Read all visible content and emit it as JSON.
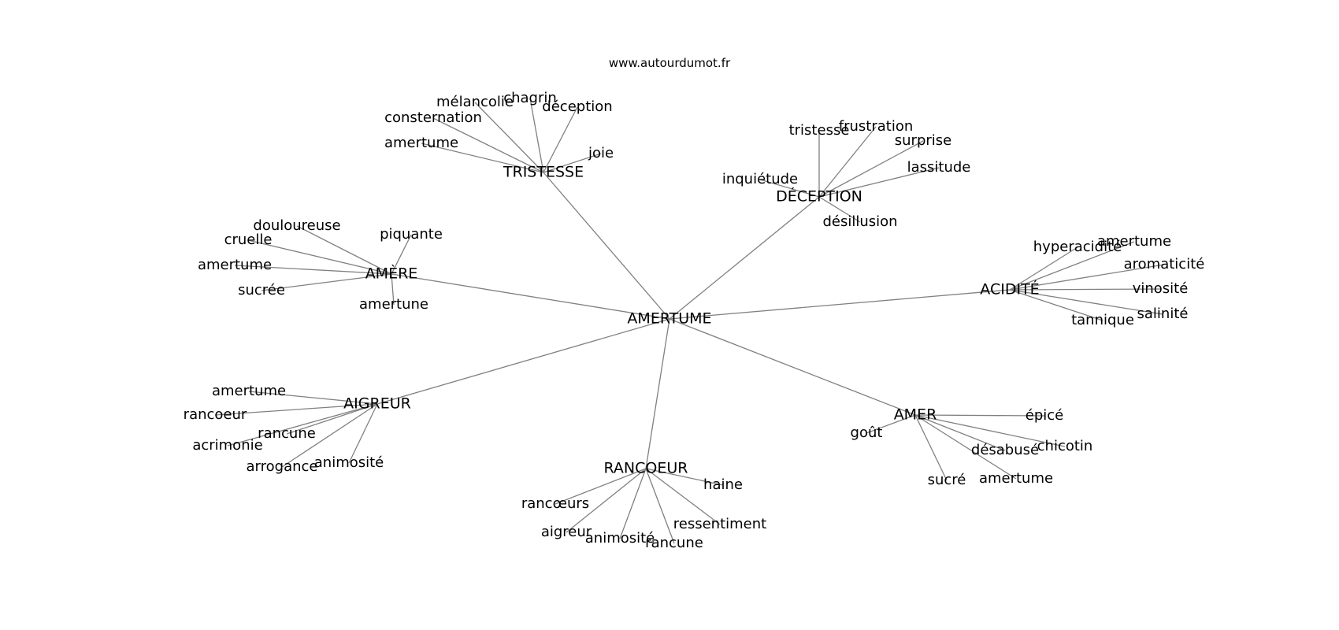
{
  "source": "www.autourdumot.fr",
  "colors": {
    "edge": "#808080",
    "text": "#000000",
    "background": "#ffffff"
  },
  "graph": {
    "center": {
      "id": "amertume",
      "label": "AMERTUME"
    },
    "hubs": [
      {
        "id": "tristesse",
        "label": "TRISTESSE",
        "children": [
          "mélancolie",
          "chagrin",
          "déception",
          "consternation",
          "amertume",
          "joie"
        ]
      },
      {
        "id": "deception",
        "label": "DÉCEPTION",
        "children": [
          "tristesse",
          "frustration",
          "surprise",
          "lassitude",
          "inquiétude",
          "désillusion"
        ]
      },
      {
        "id": "amere",
        "label": "AMÈRE",
        "children": [
          "douloureuse",
          "cruelle",
          "piquante",
          "amertume",
          "sucrée",
          "amertune"
        ]
      },
      {
        "id": "acidite",
        "label": "ACIDITÉ",
        "children": [
          "hyperacidité",
          "amertume",
          "aromaticité",
          "vinosité",
          "salinité",
          "tannique"
        ]
      },
      {
        "id": "aigreur",
        "label": "AIGREUR",
        "children": [
          "amertume",
          "rancoeur",
          "rancune",
          "acrimonie",
          "arrogance",
          "animosité"
        ]
      },
      {
        "id": "rancoeur",
        "label": "RANCOEUR",
        "children": [
          "haine",
          "rancœurs",
          "ressentiment",
          "aigreur",
          "animosité",
          "rancune"
        ]
      },
      {
        "id": "amer",
        "label": "AMER",
        "children": [
          "épicé",
          "goût",
          "chicotin",
          "désabusé",
          "sucré",
          "amertume"
        ]
      }
    ]
  }
}
